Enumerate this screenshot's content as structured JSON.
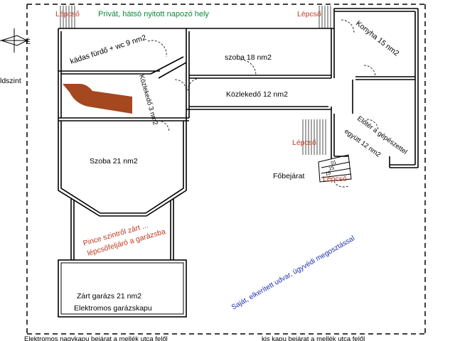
{
  "colors": {
    "red": "#c0391f",
    "green": "#0a8a3a",
    "blue": "#1e2fb0",
    "chimney": "#a5471f"
  },
  "labels": {
    "private_yard": "Privát, hátsó nyitott napozó hely",
    "stairs_top_left": "Lépcső",
    "stairs_top_right": "Lépcső",
    "bathroom": "kádas fürdő + wc 9 nm2",
    "room18": "szoba 18 nm2",
    "kitchen": "Konyha 15 nm2",
    "floor_level": "ldszint",
    "corridor3": "Közlekedő 3 nm2",
    "corridor12": "Közlekedő 12 nm2",
    "anteroom_line1": "Előtér a gépészettel",
    "anteroom_line2": "együtt 12 nm2",
    "stairs_mid": "Lépcső",
    "room21": "Szoba 21 nm2",
    "main_entrance": "Főbejárat",
    "stairs_entrance": "Lépcső",
    "stair_number_1": "01",
    "stair_number_2": "15",
    "stair_number_3": "15",
    "basement_line1": "Pince szintről zárt ...",
    "basement_line2": "lépcsőfeljáró a garázsba",
    "garage": "Zárt garázs 21 nm2",
    "garage_door": "Elektromos garázskapu",
    "own_yard": "Saját, elkerített udvar, ügyvédi megosztással",
    "gate_big": "Elektromos nagykapu bejárat a mellék utca felől",
    "gate_small": "kis kapu bejárat a mellék utca felől",
    "compass_letter": "É"
  }
}
